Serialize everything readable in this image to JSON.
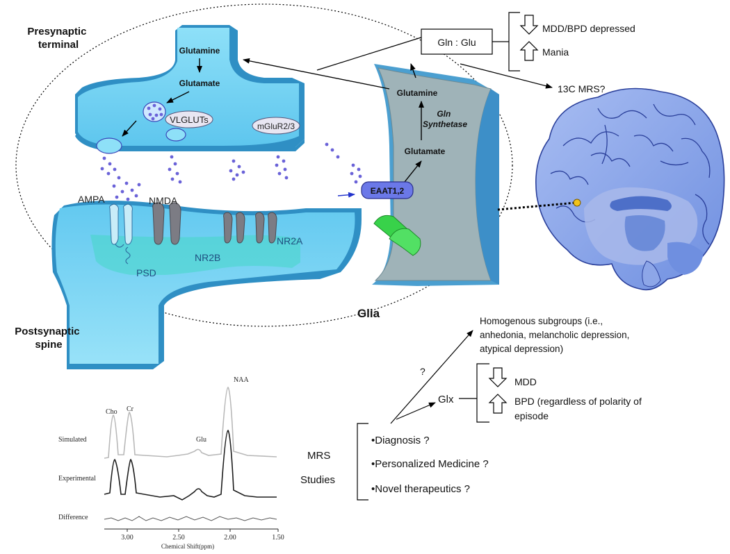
{
  "synapse": {
    "presynaptic_label": [
      "Presynaptic",
      "terminal"
    ],
    "postsynaptic_label": [
      "Postsynaptic",
      "spine"
    ],
    "glia_label": "Glia",
    "pre_glutamine": "Glutamine",
    "pre_glutamate": "Glutamate",
    "vlgluts": "VLGLUTs",
    "mglur": "mGluR2/3",
    "ampa": "AMPA",
    "nmda": "NMDA",
    "nr2b": "NR2B",
    "nr2a": "NR2A",
    "psd": "PSD",
    "eaat": "EAAT1,2",
    "glia_glutamine": "Glutamine",
    "gln_synthetase": [
      "Gln",
      "Synthetase"
    ],
    "glia_glutamate": "Glutamate"
  },
  "ratio_box": {
    "label": "Gln : Glu",
    "items": [
      "MDD/BPD depressed",
      "Mania"
    ],
    "mrs13c": "13C MRS?"
  },
  "mrs": {
    "label": [
      "MRS",
      "Studies"
    ],
    "bullets": [
      "•Diagnosis ?",
      "•Personalized Medicine ?",
      "•Novel therapeutics ?"
    ],
    "question": "?",
    "subgroups": [
      "Homogenous subgroups (i.e.,",
      "anhedonia, melancholic depression,",
      "atypical depression)"
    ],
    "glx": "Glx",
    "glx_items": [
      "MDD",
      [
        "BPD (regardless  of polarity of",
        "episode"
      ]
    ]
  },
  "spectrum": {
    "peaks": [
      "Cho",
      "Cr",
      "Glu",
      "NAA"
    ],
    "rows": [
      "Simulated",
      "Experimental",
      "Difference"
    ],
    "ticks": [
      "3.00",
      "2.50",
      "2.00",
      "1.50"
    ],
    "xlabel": "Chemical Shift(ppm)"
  },
  "colors": {
    "synapse_light": "#7fd6f2",
    "synapse_mid": "#4fb9e4",
    "synapse_dark": "#2f8fc4",
    "vesicle": "#6a62d8",
    "receptor_grey": "#7c7c84",
    "receptor_light": "#c8ecf8",
    "glia_face": "#9fb3b8",
    "eaat_fill": "#6b78e8",
    "transporter_green": "#38d24a",
    "brain": "#7f9de8",
    "brain_inner": "#4d6fc8",
    "marker": "#f2c31a"
  }
}
